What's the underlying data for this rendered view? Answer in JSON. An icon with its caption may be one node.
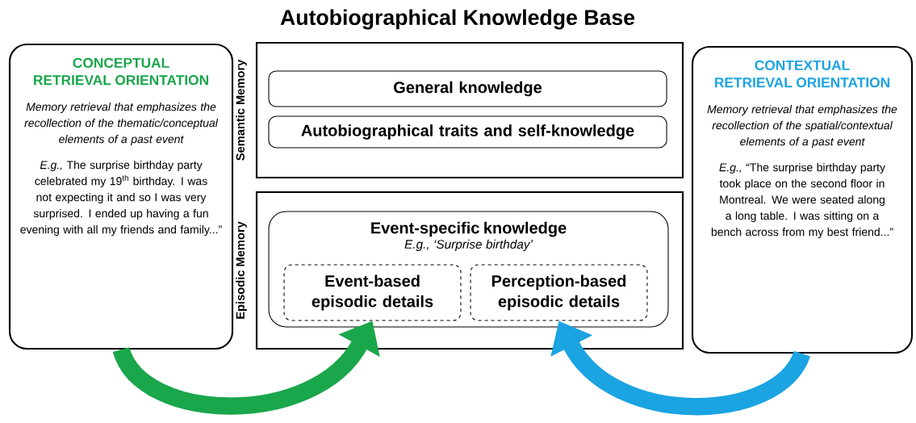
{
  "diagram": {
    "title": "Autobiographical Knowledge Base",
    "nodes": [
      {
        "text": [
          "CONCEPTUAL RETRIEVAL ORIENTATION",
          "Memory retrieval that emphasizes the recollection of the thematic/conceptual elements of a past event",
          "*E.g.,* The surprise birthday party celebrated my 19$^{th}$ birthday. I was not expecting it and so I was very surprised. I ended up having a fun evening with all my friends and family...”"
        ]
      },
      {
        "text": [
          "Semantic Memory"
        ]
      },
      {
        "text": [
          "General knowledge"
        ],
        "in": 1
      },
      {
        "text": [
          "Autobiographical traits and self-knowledge"
        ],
        "in": 1
      },
      {
        "text": [
          "Episodic Memory"
        ]
      },
      {
        "text": [
          "Event-specific knowledge",
          "E.g., ‘Surprise birthday’"
        ],
        "in": 4
      },
      {
        "text": [
          "Event-based episodic details"
        ],
        "in": 5
      },
      {
        "text": [
          "Perception-based episodic details"
        ],
        "in": 5
      },
      {
        "text": [
          "CONTEXTUAL RETRIEVAL ORIENTATION",
          "Memory retrieval that emphasizes the recollection of the spatial/contextual elements of a past event",
          "*E.g.,* “The surprise birthday party took place on the second floor in Montreal. We were seated along a long table. I was sitting on a bench across from my best friend...”"
        ]
      }
    ],
    "edges": [
      {
        "from": 0,
        "to": 6,
        "arrow": "to",
        "color": "#1aa64b"
      },
      {
        "from": 8,
        "to": 7,
        "arrow": "to",
        "color": "#1ba3e2"
      }
    ]
  }
}
